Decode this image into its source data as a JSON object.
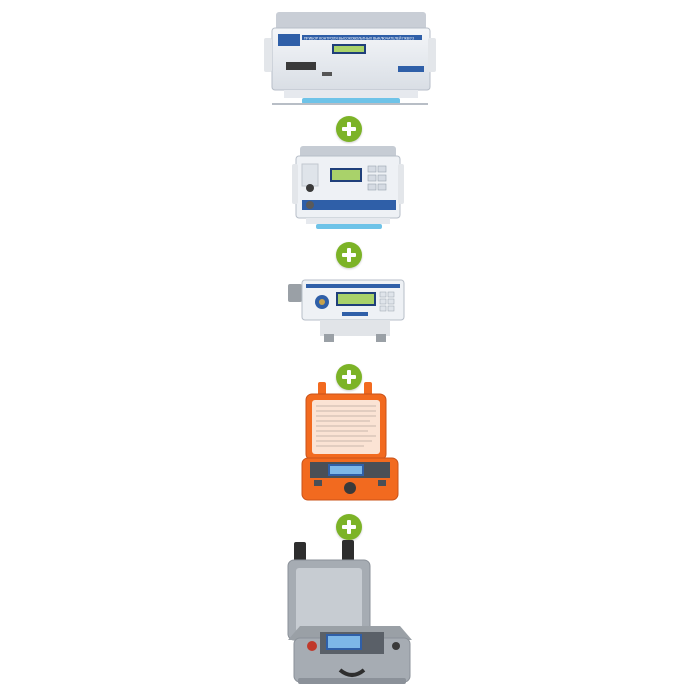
{
  "image": {
    "description_role": "product-composition",
    "colors": {
      "plus_green": "#7cb327",
      "device_white": "#eef1f5",
      "device_blue": "#2f5fa8",
      "lcd_green": "#a9d26a",
      "case_orange": "#f26a1f",
      "case_grey": "#9aa0a6"
    },
    "devices": [
      {
        "kind": "rack-instrument",
        "label": "ПРИБОР КОНТРОЛЯ ВЫСОКОВОЛЬТНЫХ ВЫКЛЮЧАТЕЛЕЙ ПКВ/У3"
      },
      {
        "kind": "benchtop-instrument"
      },
      {
        "kind": "compact-instrument"
      },
      {
        "kind": "orange-field-case"
      },
      {
        "kind": "grey-field-case"
      }
    ],
    "separators": [
      "plus-icon",
      "plus-icon",
      "plus-icon",
      "plus-icon"
    ]
  }
}
